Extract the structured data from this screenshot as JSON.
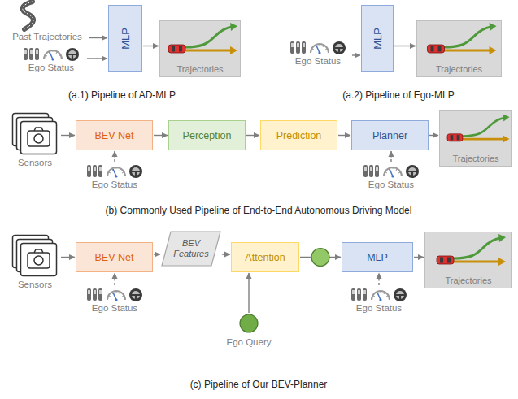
{
  "diagram": {
    "nodes": [
      {
        "text": [
          "Past Trajectories"
        ]
      },
      {
        "text": [
          "Ego Status"
        ]
      },
      {
        "text": [
          "MLP"
        ]
      },
      {
        "text": [
          "Trajectories"
        ]
      },
      {
        "text": [
          "Ego Status"
        ]
      },
      {
        "text": [
          "MLP"
        ]
      },
      {
        "text": [
          "Trajectories"
        ]
      },
      {
        "text": [
          "Sensors"
        ]
      },
      {
        "text": [
          "BEV Net"
        ]
      },
      {
        "text": [
          "Perception"
        ]
      },
      {
        "text": [
          "Prediction"
        ]
      },
      {
        "text": [
          "Planner"
        ]
      },
      {
        "text": [
          "Trajectories"
        ]
      },
      {
        "text": [
          "Ego Status"
        ]
      },
      {
        "text": [
          "Ego Status"
        ]
      },
      {
        "text": [
          "Sensors"
        ]
      },
      {
        "text": [
          "BEV Net"
        ]
      },
      {
        "text": [
          "BEV Features"
        ]
      },
      {
        "text": [
          "Attention"
        ]
      },
      {
        "text": [
          "MLP"
        ]
      },
      {
        "text": [
          "Trajectories"
        ]
      },
      {
        "text": [
          "Ego Status"
        ]
      },
      {
        "text": [
          "Ego Query"
        ]
      },
      {
        "text": [
          "Ego Status"
        ]
      }
    ],
    "edges": [
      {
        "from": 0,
        "to": 2,
        "arrow": "to"
      },
      {
        "from": 1,
        "to": 2,
        "arrow": "to"
      },
      {
        "from": 2,
        "to": 3,
        "arrow": "to"
      },
      {
        "from": 4,
        "to": 5,
        "arrow": "to"
      },
      {
        "from": 5,
        "to": 6,
        "arrow": "to"
      },
      {
        "from": 7,
        "to": 8,
        "arrow": "to"
      },
      {
        "from": 8,
        "to": 9,
        "arrow": "to"
      },
      {
        "from": 9,
        "to": 10,
        "arrow": "to"
      },
      {
        "from": 10,
        "to": 11,
        "arrow": "to"
      },
      {
        "from": 11,
        "to": 12,
        "arrow": "to"
      },
      {
        "from": 13,
        "to": 8,
        "arrow": "to"
      },
      {
        "from": 14,
        "to": 11,
        "arrow": "to"
      },
      {
        "from": 15,
        "to": 16,
        "arrow": "to"
      },
      {
        "from": 16,
        "to": 17,
        "arrow": "to"
      },
      {
        "from": 17,
        "to": 18,
        "arrow": "to"
      },
      {
        "from": 18,
        "to": 19,
        "arrow": "to"
      },
      {
        "from": 19,
        "to": 20,
        "arrow": "to"
      },
      {
        "from": 21,
        "to": 16,
        "arrow": "to"
      },
      {
        "from": 22,
        "to": 18,
        "arrow": "to"
      },
      {
        "from": 23,
        "to": 19,
        "arrow": "to"
      }
    ],
    "labels": [
      "(a.1) Pipeline of AD-MLP",
      "(a.2) Pipeline of Ego-MLP",
      "(b) Commonly Used Pipeline of End-to-End Autonomous Driving Model",
      "(c) Pipeline of Our BEV-Planner"
    ]
  }
}
